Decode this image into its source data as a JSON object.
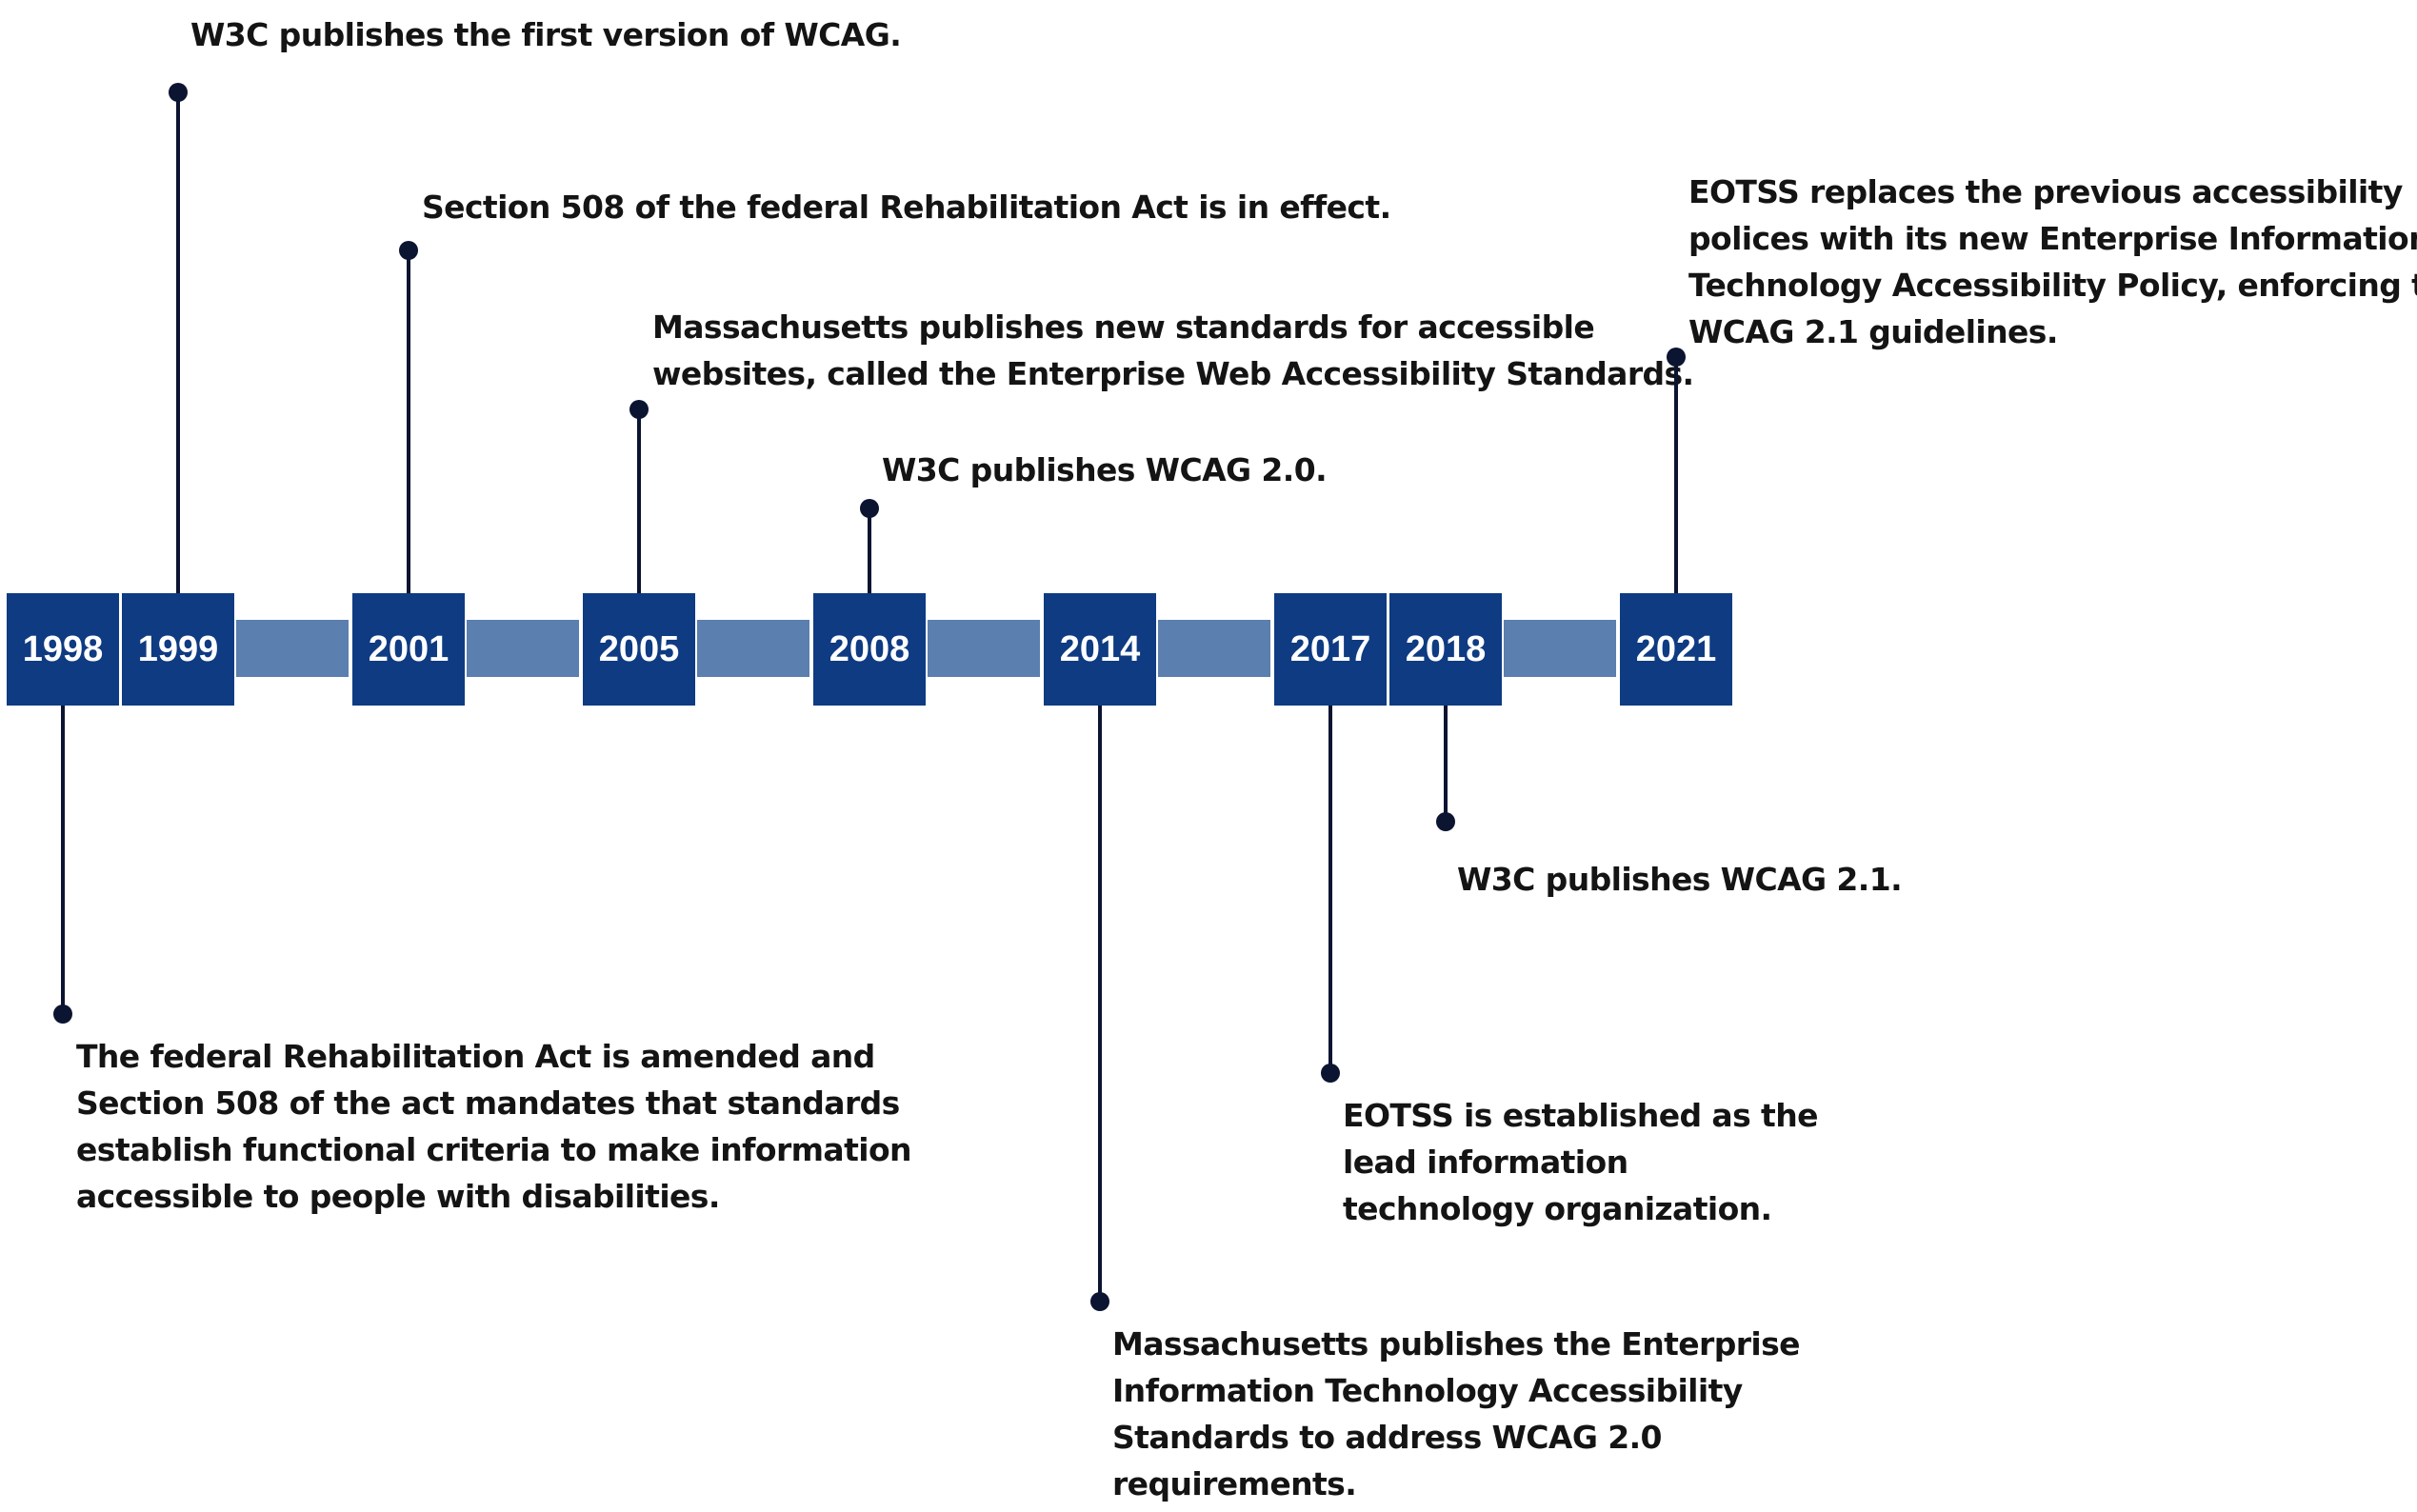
{
  "timeline": {
    "years": [
      "1998",
      "1999",
      "2001",
      "2005",
      "2008",
      "2014",
      "2017",
      "2018",
      "2021"
    ],
    "events": [
      {
        "year": "1998",
        "lines": [
          "The federal Rehabilitation Act is amended and",
          "Section 508 of the act mandates that standards",
          "establish functional criteria to make information",
          "accessible to people with disabilities."
        ]
      },
      {
        "year": "1999",
        "lines": [
          "W3C publishes the first version of WCAG."
        ]
      },
      {
        "year": "2001",
        "lines": [
          "Section 508 of the federal Rehabilitation Act is in effect."
        ]
      },
      {
        "year": "2005",
        "lines": [
          "Massachusetts publishes new standards for accessible",
          "websites, called the Enterprise Web Accessibility Standards."
        ]
      },
      {
        "year": "2008",
        "lines": [
          "W3C publishes WCAG 2.0."
        ]
      },
      {
        "year": "2014",
        "lines": [
          "Massachusetts publishes the Enterprise",
          "Information Technology Accessibility",
          "Standards to address WCAG 2.0",
          "requirements."
        ]
      },
      {
        "year": "2017",
        "lines": [
          "EOTSS is established as the",
          "lead information",
          "technology organization."
        ]
      },
      {
        "year": "2018",
        "lines": [
          "W3C publishes WCAG 2.1."
        ]
      },
      {
        "year": "2021",
        "lines": [
          "EOTSS replaces the previous accessibility",
          "polices with its new Enterprise Information",
          "Technology Accessibility Policy, enforcing the",
          "WCAG 2.1 guidelines."
        ]
      }
    ]
  },
  "colors": {
    "year_box": "#0e3b82",
    "connector": "#5b7fae",
    "stem": "#0b1430",
    "text": "#141414"
  }
}
